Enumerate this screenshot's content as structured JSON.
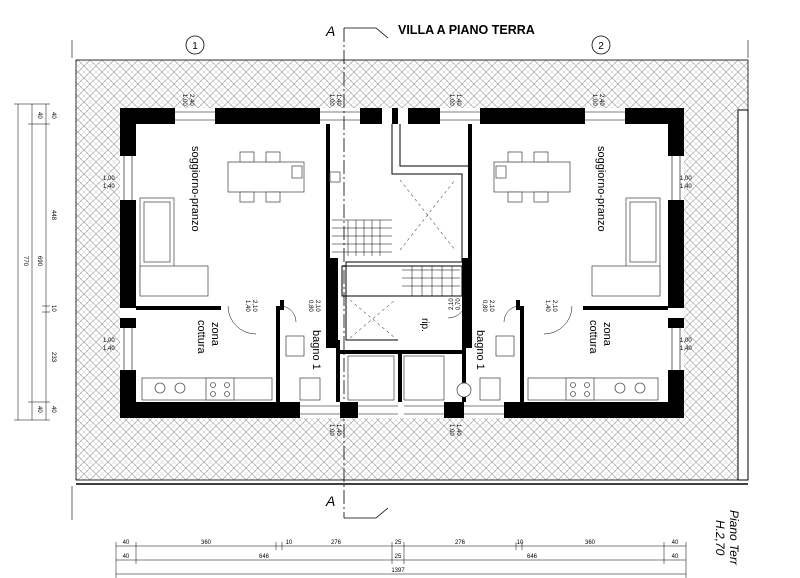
{
  "title": "VILLA   A   PIANO TERRA",
  "units": {
    "left": "1",
    "right": "2"
  },
  "section_mark": "A",
  "level_note": {
    "line1": "Piano Terr",
    "line2": "H.2,70"
  },
  "rooms": {
    "left_living": "soggiorno-pranzo",
    "right_living": "soggiorno-pranzo",
    "left_kitchen_1": "zona",
    "left_kitchen_2": "cottura",
    "right_kitchen_1": "zona",
    "right_kitchen_2": "cottura",
    "left_bath": "bagno 1",
    "right_bath": "bagno 1",
    "storage": "rip."
  },
  "openings": {
    "w100_240": [
      "1,00",
      "2,40"
    ],
    "w100_140": [
      "1,00",
      "1,40"
    ],
    "w210_140": [
      "2,10",
      "1,40"
    ],
    "w210_080": [
      "2,10",
      "0,80"
    ],
    "w210_070": [
      "2,10",
      "0,70"
    ]
  },
  "dims_left": [
    "40",
    "448",
    "10",
    "233",
    "40"
  ],
  "dims_left_total_1": "690",
  "dims_left_total_2": "770",
  "dims_bottom_row1": [
    "40",
    "360",
    "10",
    "276",
    "25",
    "276",
    "10",
    "360",
    "40"
  ],
  "dims_bottom_row2": [
    "40",
    "646",
    "25",
    "646",
    "40"
  ],
  "dims_bottom_total": "1397",
  "colors": {
    "hatch": "#9a9a9a",
    "wall": "#000000",
    "paper": "#ffffff",
    "furniture": "#555555"
  }
}
